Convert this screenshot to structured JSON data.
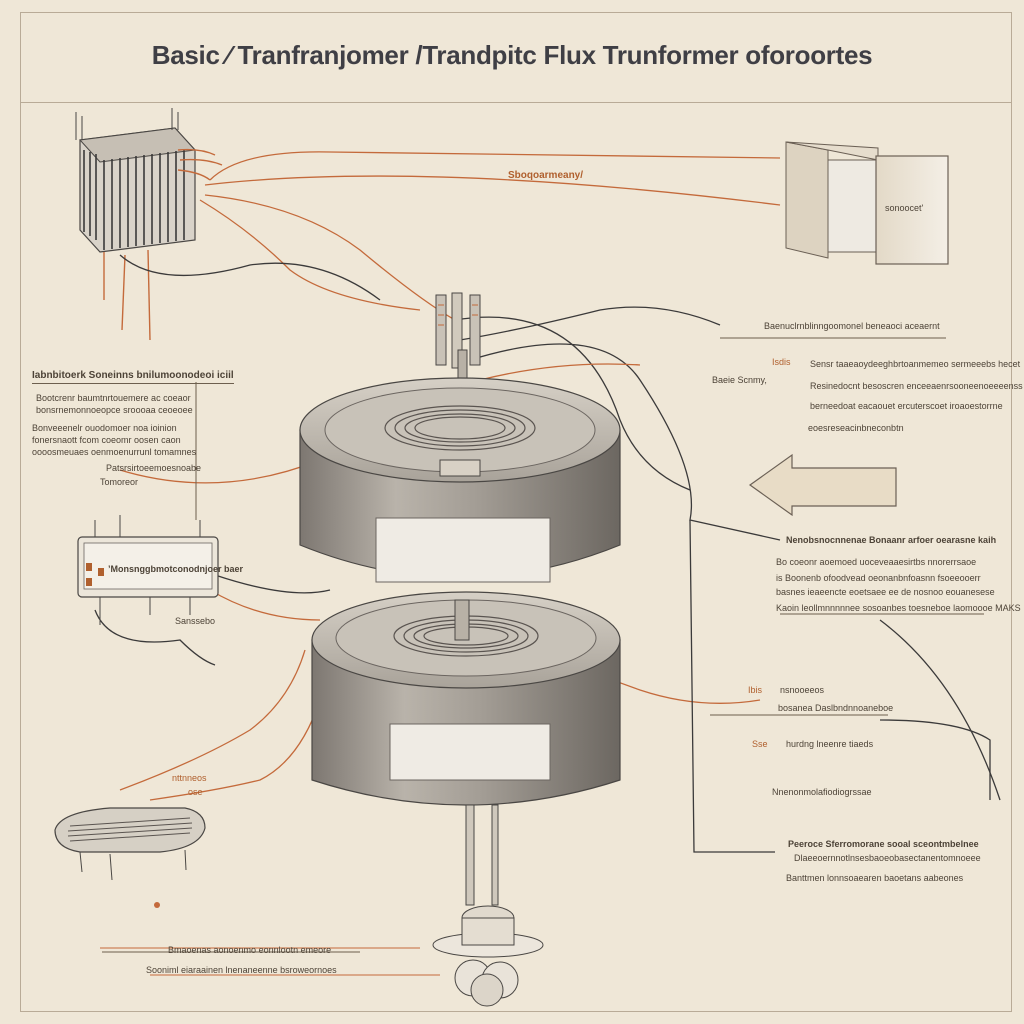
{
  "title": "Basic ⁄ Tranfranjomer /Trandpitc Flux Trunformer oforoortes",
  "top_center_label": "Sboqoarmeany/",
  "top_right_box_label": "sonoocet'",
  "left_block": {
    "heading": "Iabnbitoerk Soneinns bnilumoonodeoi iciil",
    "lines": [
      "Bootcrenr baumtnrtouemere ac coeaor",
      "bonsrnemonnoeopce sroooaa ceoeoee",
      "Bonveeenelr ouodomoer noa ioinion",
      "fonersnaott fcom coeomr oosen caon",
      "oooosmeuaes oenmoenurrunl tomamnes"
    ],
    "sub_label": "Patsrsirtoeemoesnoabe",
    "sub_label2": "Tomoreor"
  },
  "left_device_label": "’Monsnggbmotconodnjoer baer",
  "left_device_sub": "Sanssebo",
  "bottom_left_tag": "nttnneos",
  "bottom_left_tag2": "ose",
  "bottom_notes": [
    "Bmaoenas aonoenmo eonnlootn emeore",
    "Sooniml eiaraainen lnenaneenne bsroweornoes"
  ],
  "right_labels": {
    "r1": "Baenuclrnblinngoomonel beneaoci aceaernt",
    "r2_tag": "Isdis",
    "r2": "Sensr taaeaoydeeghbrtoanmemeo sermeeebs hecet",
    "r3_tag": "Baeie Scnmy,",
    "r3": "Resinedocnt besoscren enceeaenrsooneenoeeeenss",
    "r4": "berneedoat eacaouet ercuterscoet iroaoestorrne",
    "r5": "eoesreseacinbneconbtn"
  },
  "right_mid": {
    "heading": "Nenobsnocnnenae Bonaanr arfoer oearasne kaih",
    "lines": [
      "Bo coeonr aoemoed uoceveaaesirtbs nnorerrsaoe",
      "is Boonenb ofoodvead oeonanbnfoasnn fsoeeooerr",
      "basnes ieaeencte eoetsaee ee de nosnoo eouanesese",
      "Kaoin leollmnnnnnee sosoanbes toesneboe laomoooe MAKS"
    ]
  },
  "right_lower": {
    "r6_tag": "Ibis",
    "r6": "nsnooeeos",
    "r7": "bosanea Daslbndnnoaneboe",
    "r8_tag": "Sse",
    "r8": "hurdng lneenre tiaeds",
    "r9": "Nnenonmolafiodiogrssae",
    "r10_heading": "Peeroce Sferromorane sooal sceontmbelnee",
    "r10_a": "Dlaeeoernnotlnsesbaoeobasectanentomnoeee",
    "r10_b": "Banttmen lonnsoaearen baoetans aabeones"
  },
  "colors": {
    "background": "#efe7d7",
    "title": "#3f3f45",
    "wire_orange": "#c46a3b",
    "wire_dark": "#3b3a3a",
    "core_grey": "#9c958c"
  }
}
